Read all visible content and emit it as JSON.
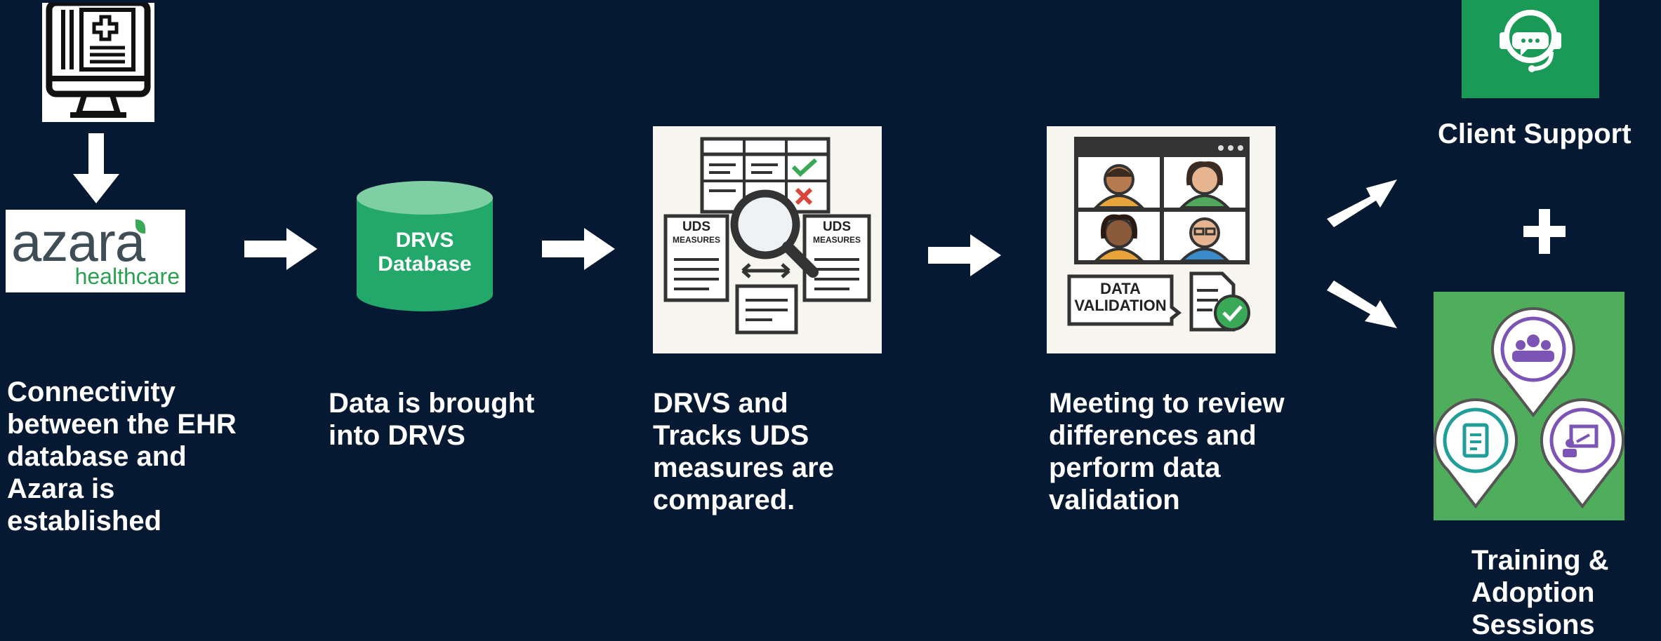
{
  "colors": {
    "background": "#061932",
    "db_green": "#22a86a",
    "support_green": "#1a9a57",
    "training_green": "#4fae5b",
    "purple": "#7c54b5",
    "teal": "#1f9e9a"
  },
  "logo": {
    "name_text": "azara",
    "sub_text": "healthcare"
  },
  "database": {
    "line1": "DRVS",
    "line2": "Database"
  },
  "steps": {
    "step1": "Connectivity\nbetween the EHR\ndatabase and\nAzara is\nestablished",
    "step2": "Data is brought\ninto DRVS",
    "step3": "DRVS and\nTracks UDS\nmeasures are\ncompared.",
    "step4": "Meeting to review\ndifferences and\nperform data\nvalidation"
  },
  "compare_tile": {
    "left_label_1": "UDS",
    "left_label_2": "MEASURES",
    "right_label_1": "UDS",
    "right_label_2": "MEASURES"
  },
  "validation_tile": {
    "badge_1": "DATA",
    "badge_2": "VALIDATION"
  },
  "outcomes": {
    "support_label": "Client Support",
    "plus": "+",
    "training_label": "Training &\nAdoption\nSessions"
  },
  "icons": [
    "ehr-monitor-icon",
    "down-arrow-icon",
    "right-arrow-icon",
    "database-cylinder-icon",
    "magnifier-icon",
    "video-call-icon",
    "support-headset-icon",
    "plus-icon",
    "group-pin-icon",
    "checklist-pin-icon",
    "presentation-pin-icon"
  ]
}
